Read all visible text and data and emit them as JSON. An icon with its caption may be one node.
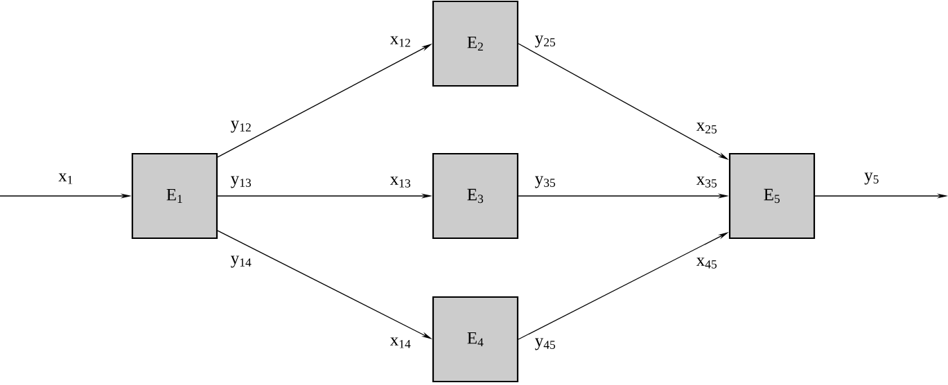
{
  "diagram": {
    "nodes": [
      {
        "text": [
          "E$_{1}$"
        ]
      },
      {
        "text": [
          "E$_{2}$"
        ]
      },
      {
        "text": [
          "E$_{3}$"
        ]
      },
      {
        "text": [
          "E$_{4}$"
        ]
      },
      {
        "text": [
          "E$_{5}$"
        ]
      }
    ],
    "edges": [
      {
        "from": null,
        "to": 0,
        "arrow": "to",
        "label": "x$_{1}$"
      },
      {
        "from": 0,
        "to": 1,
        "arrow": "to"
      },
      {
        "from": 0,
        "to": 2,
        "arrow": "to"
      },
      {
        "from": 0,
        "to": 3,
        "arrow": "to"
      },
      {
        "from": 1,
        "to": 4,
        "arrow": "to"
      },
      {
        "from": 2,
        "to": 4,
        "arrow": "to"
      },
      {
        "from": 3,
        "to": 4,
        "arrow": "to"
      },
      {
        "from": 4,
        "to": null,
        "arrow": "to",
        "label": "y$_{5}$"
      }
    ],
    "labels": [
      "x$_{12}$",
      "y$_{25}$",
      "y$_{12}$",
      "x$_{25}$",
      "y$_{13}$",
      "x$_{13}$",
      "y$_{35}$",
      "x$_{35}$",
      "y$_{14}$",
      "x$_{45}$",
      "x$_{14}$",
      "y$_{45}$"
    ]
  }
}
